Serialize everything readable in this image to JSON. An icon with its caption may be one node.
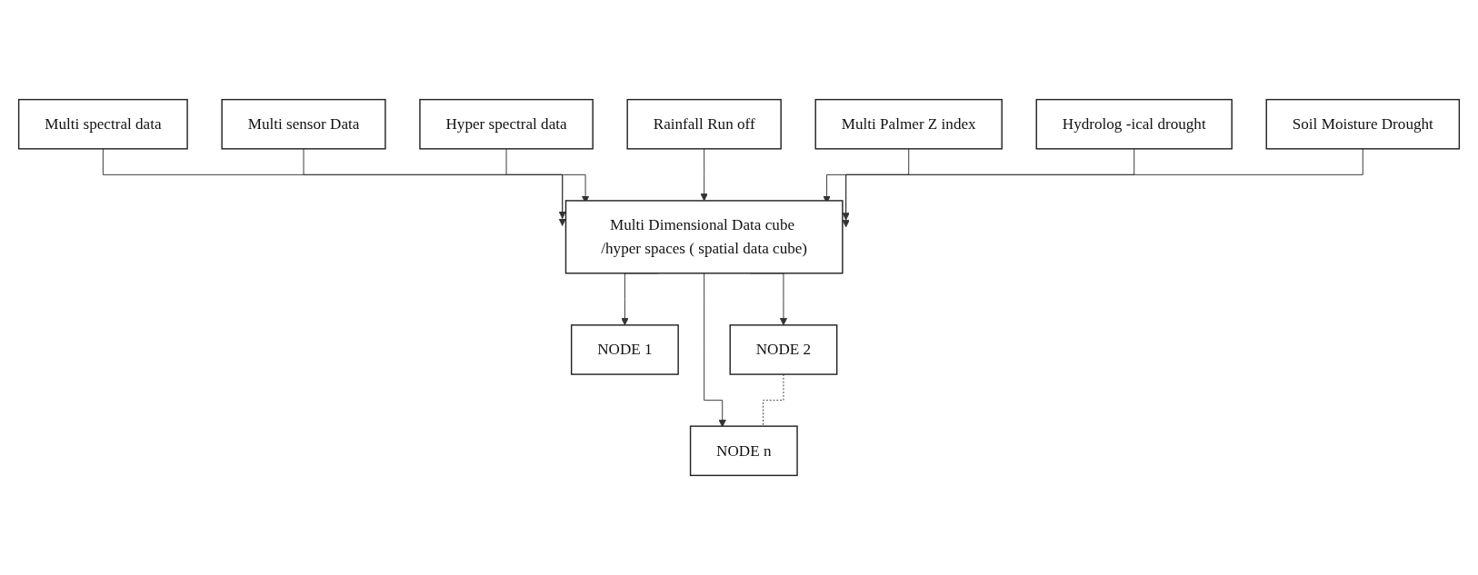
{
  "diagram": {
    "nodes": [
      {
        "text": [
          "Multi spectral data"
        ]
      },
      {
        "text": [
          "Multi sensor Data"
        ]
      },
      {
        "text": [
          "Hyper spectral data"
        ]
      },
      {
        "text": [
          "Rainfall Run off"
        ]
      },
      {
        "text": [
          "Multi Palmer Z index"
        ]
      },
      {
        "text": [
          "Hydrolog -ical drought"
        ]
      },
      {
        "text": [
          "Soil Moisture Drought"
        ]
      },
      {
        "text": [
          "Multi Dimensional Data cube /hyper spaces ( spatial data cube)"
        ]
      },
      {
        "text": [
          "NODE 1"
        ]
      },
      {
        "text": [
          "NODE 2"
        ]
      },
      {
        "text": [
          "NODE n"
        ]
      }
    ],
    "edges": [
      {
        "from": 0,
        "to": 7,
        "arrow": "to"
      },
      {
        "from": 1,
        "to": 7,
        "arrow": "to"
      },
      {
        "from": 2,
        "to": 7,
        "arrow": "to"
      },
      {
        "from": 3,
        "to": 7,
        "arrow": "to"
      },
      {
        "from": 4,
        "to": 7,
        "arrow": "to"
      },
      {
        "from": 5,
        "to": 7,
        "arrow": "to"
      },
      {
        "from": 6,
        "to": 7,
        "arrow": "to"
      },
      {
        "from": 7,
        "to": 8,
        "arrow": "to"
      },
      {
        "from": 7,
        "to": 9,
        "arrow": "to"
      },
      {
        "from": 7,
        "to": 10,
        "arrow": "to"
      },
      {
        "from": 9,
        "to": 10,
        "arrow": "none",
        "style": "dashed"
      }
    ]
  }
}
